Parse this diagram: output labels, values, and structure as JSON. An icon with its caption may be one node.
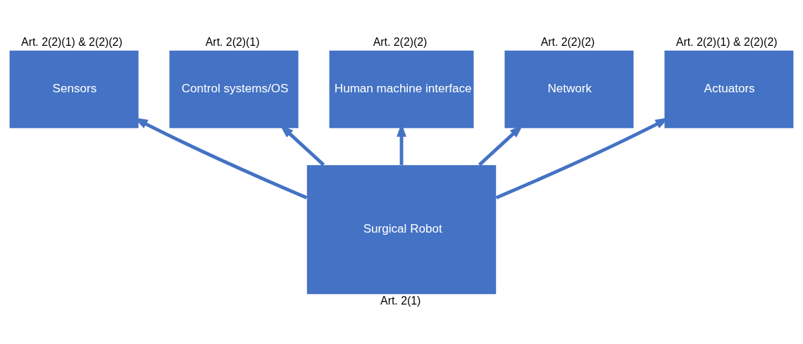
{
  "diagram": {
    "nodes": [
      {
        "text": [
          "Sensors"
        ],
        "beside": [
          "Art. 2(2)(1) & 2(2)(2)"
        ]
      },
      {
        "text": [
          "Control systems/OS"
        ],
        "beside": [
          "Art. 2(2)(1)"
        ]
      },
      {
        "text": [
          "Human machine interface"
        ],
        "beside": [
          "Art. 2(2)(2)"
        ]
      },
      {
        "text": [
          "Network"
        ],
        "beside": [
          "Art. 2(2)(2)"
        ]
      },
      {
        "text": [
          "Actuators"
        ],
        "beside": [
          "Art. 2(2)(1) & 2(2)(2)"
        ]
      },
      {
        "text": [
          "Surgical Robot"
        ],
        "beside": [
          "Art. 2(1)"
        ]
      }
    ],
    "edges": [
      {
        "from": 5,
        "to": 0,
        "arrow": "to"
      },
      {
        "from": 5,
        "to": 1,
        "arrow": "to"
      },
      {
        "from": 5,
        "to": 2,
        "arrow": "to"
      },
      {
        "from": 5,
        "to": 3,
        "arrow": "to"
      },
      {
        "from": 5,
        "to": 4,
        "arrow": "to"
      }
    ]
  }
}
